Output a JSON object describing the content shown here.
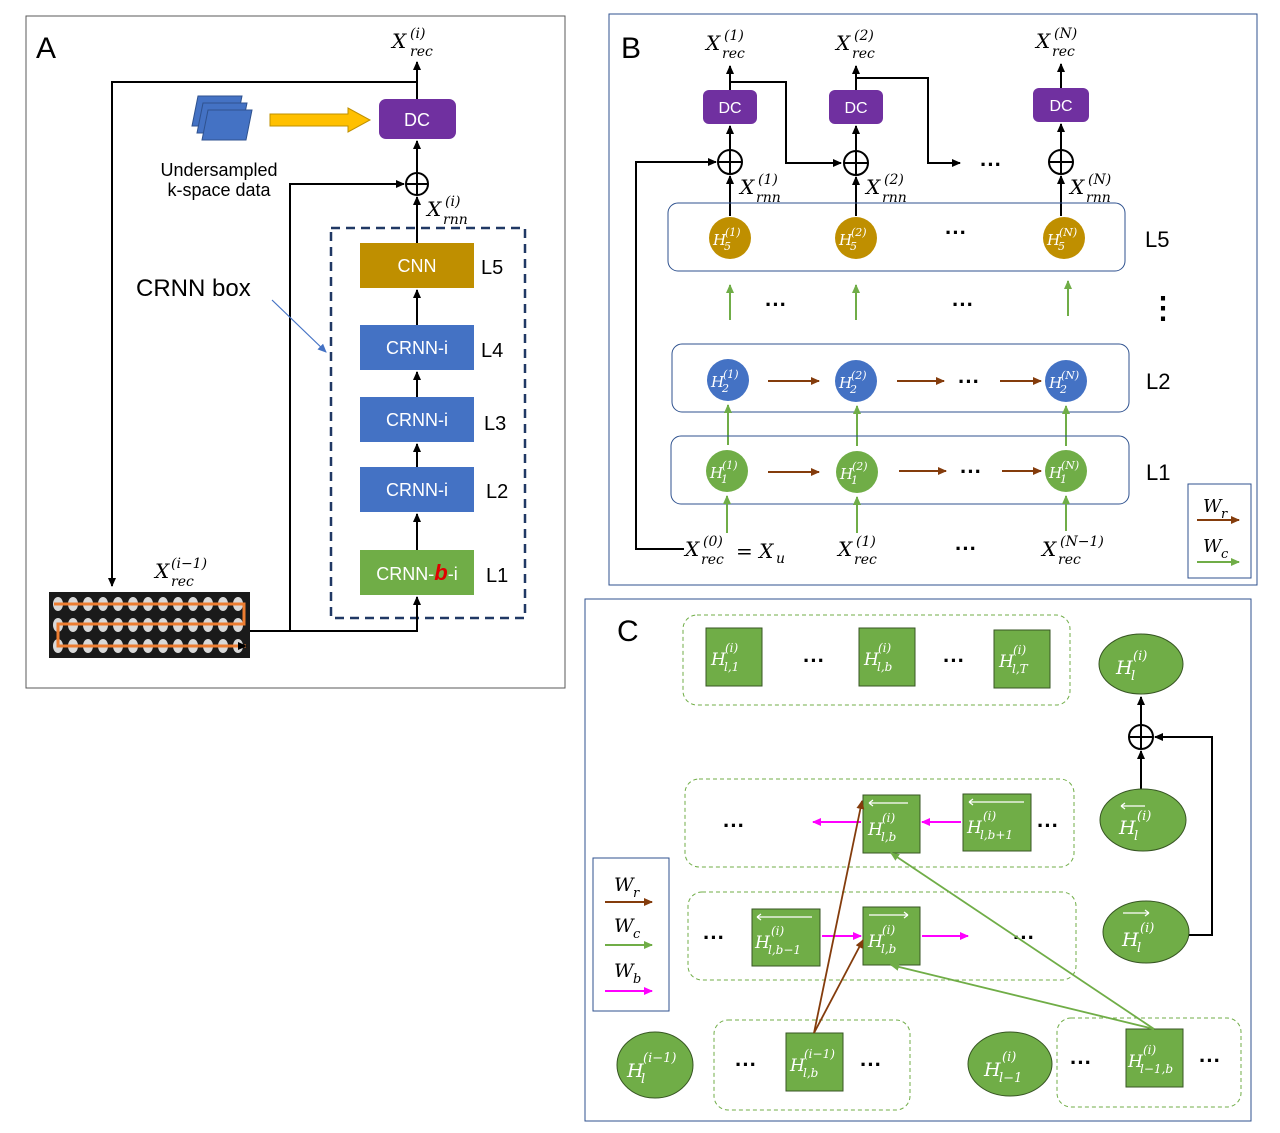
{
  "panel_a": {
    "label": "A",
    "x_rec_i": "X",
    "x_rec_i_sub": "rec",
    "x_rec_i_sup": "(i)",
    "dc": "DC",
    "undersampled_line1": "Undersampled",
    "undersampled_line2": "k-space data",
    "x_rnn_i": "X",
    "x_rnn_i_sub": "rnn",
    "x_rnn_i_sup": "(i)",
    "crnn_box": "CRNN box",
    "cnn": "CNN",
    "crnn_i": "CRNN-i",
    "crnn_b_prefix": "CRNN-",
    "crnn_b_b": "b",
    "crnn_b_suffix": "-i",
    "layers": [
      "L5",
      "L4",
      "L3",
      "L2",
      "L1"
    ],
    "x_prev": "X",
    "x_prev_sub": "rec",
    "x_prev_sup": "(i−1)"
  },
  "panel_b": {
    "label": "B",
    "x_rec_1_sup": "(1)",
    "x_rec_2_sup": "(2)",
    "x_rec_n_sup": "(N)",
    "x_letter": "X",
    "rec": "rec",
    "rnn": "rnn",
    "dc": "DC",
    "ellipsis": "···",
    "h": "H",
    "h5_sub": "5",
    "h2_sub": "2",
    "h1_sub": "1",
    "sup_1": "(1)",
    "sup_2": "(2)",
    "sup_n": "(N)",
    "layers": [
      "L5",
      "L2",
      "L1"
    ],
    "vdots": "⋮",
    "x0": "(0)",
    "eq_xu": "= X",
    "u": "u",
    "x_rec_nm1_sup": "(N−1)",
    "legend_wr": "W",
    "legend_wr_sub": "r",
    "legend_wc": "W",
    "legend_wc_sub": "c"
  },
  "panel_c": {
    "label": "C",
    "h": "H",
    "sup_i": "(i)",
    "sup_im1": "(i−1)",
    "sub_l1": "l,1",
    "sub_lb": "l,b",
    "sub_lT": "l,T",
    "sub_l": "l",
    "sub_lb1": "l,b+1",
    "sub_lbm1": "l,b−1",
    "sub_lm1": "l−1",
    "sub_lm1b": "l−1,b",
    "ellipsis": "···",
    "legend_wr": "W",
    "legend_wr_sub": "r",
    "legend_wc": "W",
    "legend_wc_sub": "c",
    "legend_wb": "W",
    "legend_wb_sub": "b"
  },
  "colors": {
    "purple": "#7030a0",
    "gold": "#bf8f00",
    "blue": "#4472c4",
    "green": "#70ad47",
    "brown": "#843c0c",
    "magenta": "#ff00ff",
    "orange": "#ffc000",
    "navy": "#203864"
  }
}
